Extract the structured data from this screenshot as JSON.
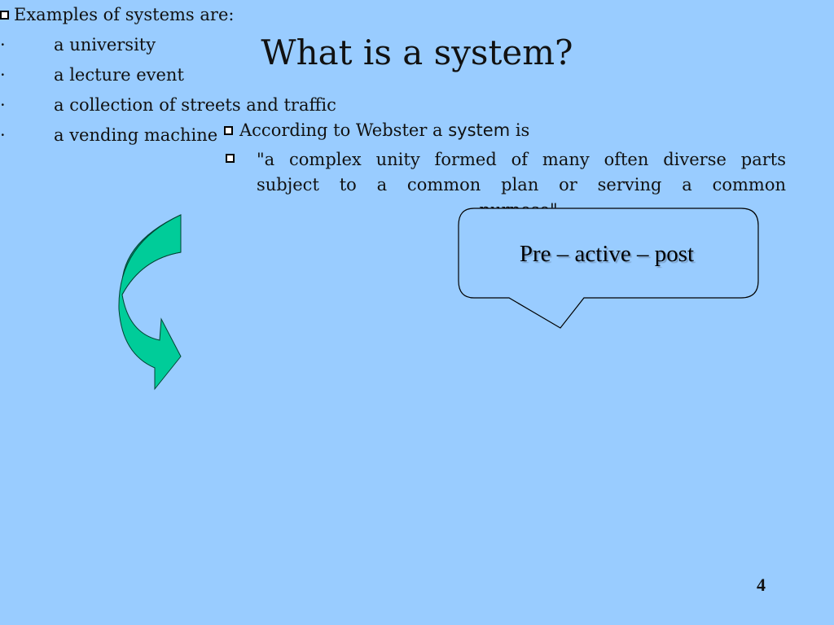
{
  "slide": {
    "title": "What is a system?",
    "definition": {
      "line1_prefix": "According to Webster a ",
      "line1_term": "system",
      "line1_suffix": " is",
      "quote_line1": "\"a complex unity formed of many often diverse parts",
      "quote_line2": "subject to a common plan or serving a common",
      "quote_line3": "purpose\"."
    },
    "callout": {
      "text": "Pre – active – post"
    },
    "examples": {
      "heading": "Examples of systems are:",
      "bullet_glyph": "·",
      "items": [
        "a university",
        "a lecture event",
        "a collection of streets and traffic",
        "a vending machine"
      ]
    },
    "page_number": "4"
  },
  "colors": {
    "background": "#99ccff",
    "arrow_fill": "#00cc99",
    "arrow_dark": "#009977"
  },
  "icons": {
    "bullet": "checkbox-bullet-icon",
    "arrow": "curved-arrow-icon"
  }
}
